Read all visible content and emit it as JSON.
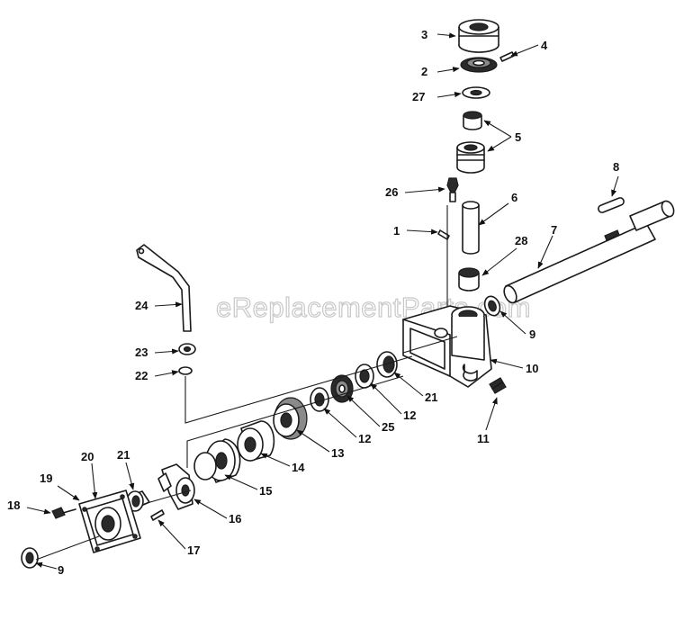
{
  "watermark": "eReplacementParts.com",
  "labels": {
    "l1": "1",
    "l2": "2",
    "l3": "3",
    "l4": "4",
    "l5": "5",
    "l6": "6",
    "l7": "7",
    "l8": "8",
    "l9a": "9",
    "l9b": "9",
    "l10": "10",
    "l11": "11",
    "l12a": "12",
    "l12b": "12",
    "l13": "13",
    "l14": "14",
    "l15": "15",
    "l16": "16",
    "l17": "17",
    "l18": "18",
    "l19": "19",
    "l20": "20",
    "l21a": "21",
    "l21b": "21",
    "l22": "22",
    "l23": "23",
    "l24": "24",
    "l25": "25",
    "l26": "26",
    "l27": "27",
    "l28": "28"
  }
}
